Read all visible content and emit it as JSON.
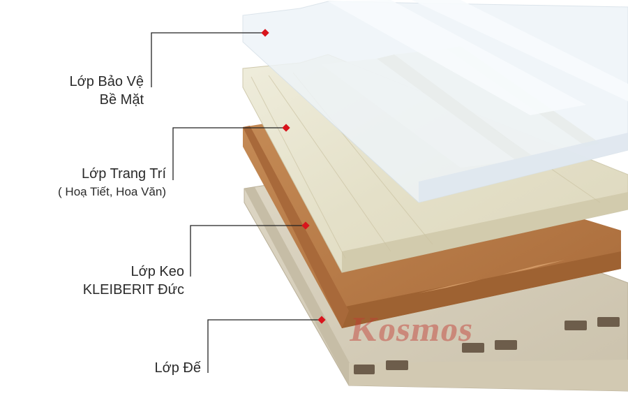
{
  "layers": [
    {
      "line1": "Lớp Bảo Vệ",
      "line2": "Bề Mặt"
    },
    {
      "line1": "Lớp Trang Trí",
      "line2": "( Hoạ Tiết, Hoa Văn)"
    },
    {
      "line1": "Lớp Keo",
      "line2": "KLEIBERIT Đức"
    },
    {
      "line1": "Lớp Đế",
      "line2": ""
    }
  ],
  "brand": "Kosmos",
  "colors": {
    "leader": "#222222",
    "marker": "#d8141c",
    "protect": "#eef4f8",
    "decor": "#e6e3cf",
    "glue": "#b87a45",
    "base": "#d7cfbc"
  }
}
